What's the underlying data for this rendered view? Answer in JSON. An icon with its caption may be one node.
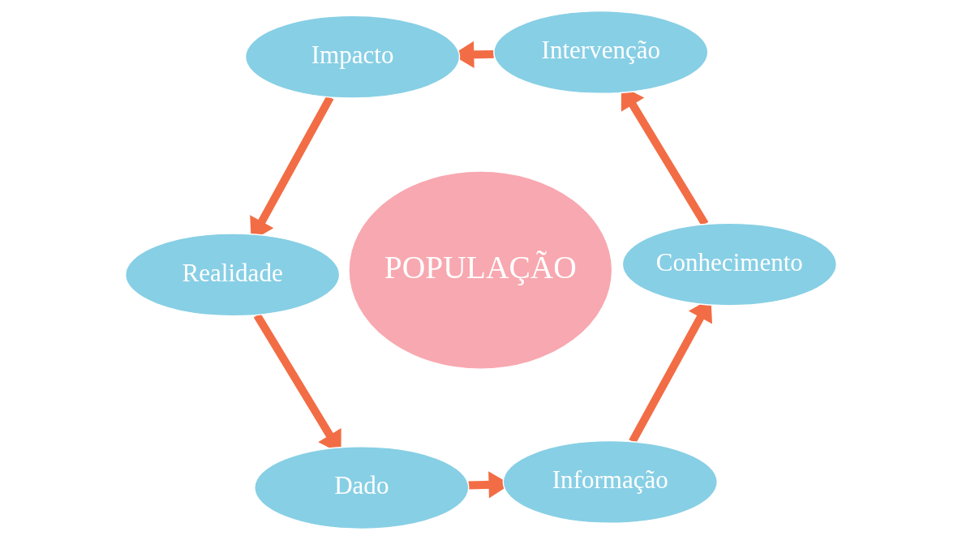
{
  "diagram": {
    "nodes": [
      {
        "text": [
          "Realidade"
        ]
      },
      {
        "text": [
          "Dado"
        ]
      },
      {
        "text": [
          "Informação"
        ]
      },
      {
        "text": [
          "Conhecimento"
        ]
      },
      {
        "text": [
          "Intervenção"
        ]
      },
      {
        "text": [
          "Impacto"
        ]
      },
      {
        "text": [
          "POPULAÇÃO"
        ]
      }
    ],
    "edges": [
      {
        "from": 0,
        "to": 1,
        "arrow": "to"
      },
      {
        "from": 1,
        "to": 2,
        "arrow": "to"
      },
      {
        "from": 2,
        "to": 3,
        "arrow": "to"
      },
      {
        "from": 3,
        "to": 4,
        "arrow": "to"
      },
      {
        "from": 4,
        "to": 5,
        "arrow": "to"
      },
      {
        "from": 5,
        "to": 0,
        "arrow": "to"
      }
    ]
  }
}
